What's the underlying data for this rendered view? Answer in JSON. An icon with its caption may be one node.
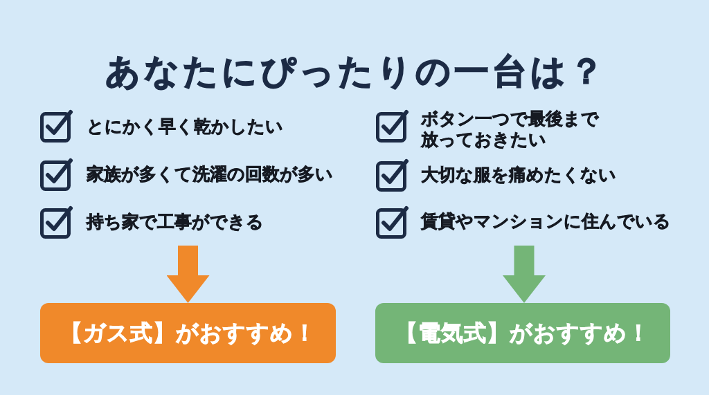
{
  "diagram": {
    "title": "あなたにぴったりの一台は？",
    "nodes": [
      {
        "text": [
          "【ガス式】がおすすめ！"
        ]
      },
      {
        "text": [
          "【電気式】がおすすめ！"
        ]
      }
    ],
    "edges": [
      {
        "from": null,
        "to": 0,
        "arrow": "to",
        "color": "#f0892a"
      },
      {
        "from": null,
        "to": 1,
        "arrow": "to",
        "color": "#74b577"
      }
    ],
    "labels": [
      "とにかく早く乾かしたい",
      "家族が多くて洗濯の回数が多い",
      "持ち家で工事ができる",
      "ボタン一つで最後まで放っておきたい",
      "大切な服を痛めたくない",
      "賃貸やマンションに住んでいる"
    ]
  }
}
